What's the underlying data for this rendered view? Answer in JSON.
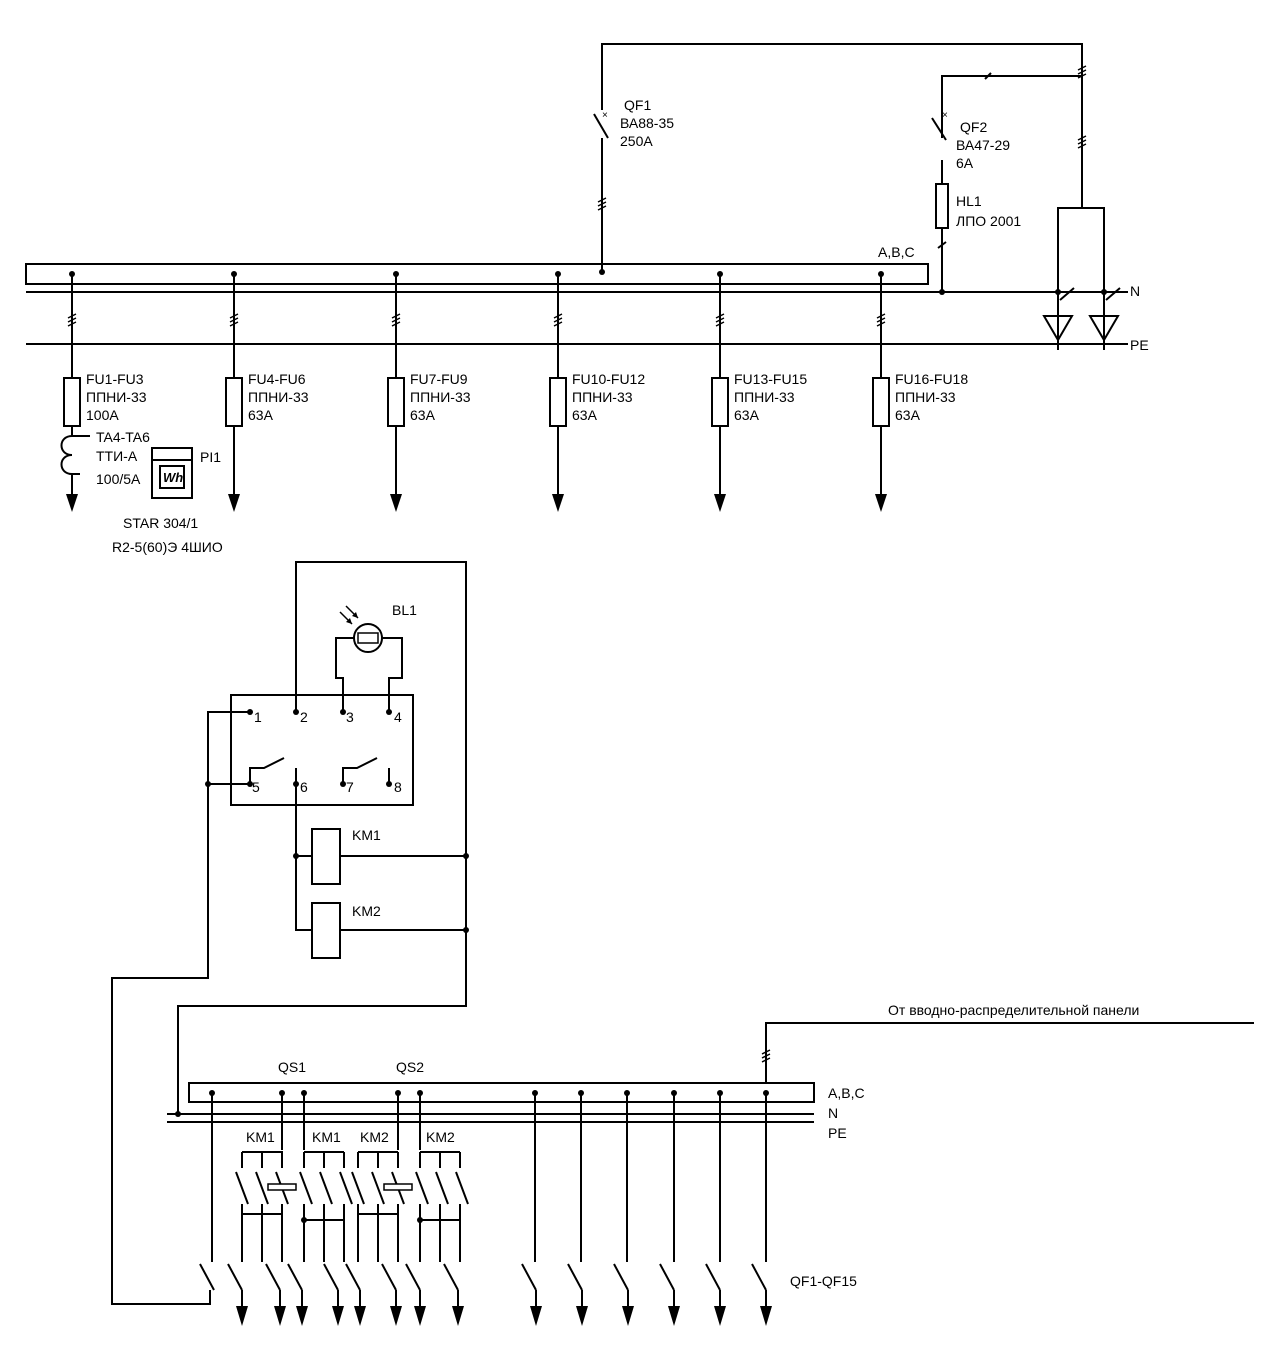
{
  "upper_panel": {
    "bus_label": "A,B,C",
    "n_label": "N",
    "pe_label": "PE",
    "qf1": {
      "name": "QF1",
      "type": "ВА88-35",
      "rating": "250А"
    },
    "qf2": {
      "name": "QF2",
      "type": "ВА47-29",
      "rating": "6А"
    },
    "hl1": {
      "name": "HL1",
      "type": "ЛПО 2001"
    },
    "fuses": [
      {
        "name": "FU1-FU3",
        "type": "ППНИ-33",
        "rating": "100А"
      },
      {
        "name": "FU4-FU6",
        "type": "ППНИ-33",
        "rating": "63А"
      },
      {
        "name": "FU7-FU9",
        "type": "ППНИ-33",
        "rating": "63А"
      },
      {
        "name": "FU10-FU12",
        "type": "ППНИ-33",
        "rating": "63А"
      },
      {
        "name": "FU13-FU15",
        "type": "ППНИ-33",
        "rating": "63А"
      },
      {
        "name": "FU16-FU18",
        "type": "ППНИ-33",
        "rating": "63А"
      }
    ],
    "ct": {
      "name": "TA4-TA6",
      "type": "ТТИ-А",
      "ratio": "100/5А"
    },
    "meter": {
      "name": "PI1",
      "symbol": "Wh",
      "model": "STAR 304/1",
      "spec": "R2-5(60)Э 4ШИО"
    }
  },
  "control": {
    "sensor": "BL1",
    "terminals": [
      "1",
      "2",
      "3",
      "4",
      "5",
      "6",
      "7",
      "8"
    ],
    "km1": "KM1",
    "km2": "KM2"
  },
  "lower_panel": {
    "source_label": "От вводно-распределительной панели",
    "bus_label": "A,B,C",
    "n_label": "N",
    "pe_label": "PE",
    "qs1": "QS1",
    "qs2": "QS2",
    "contactor_labels": [
      "KM1",
      "KM1",
      "KM2",
      "KM2"
    ],
    "breakers_label": "QF1-QF15"
  }
}
